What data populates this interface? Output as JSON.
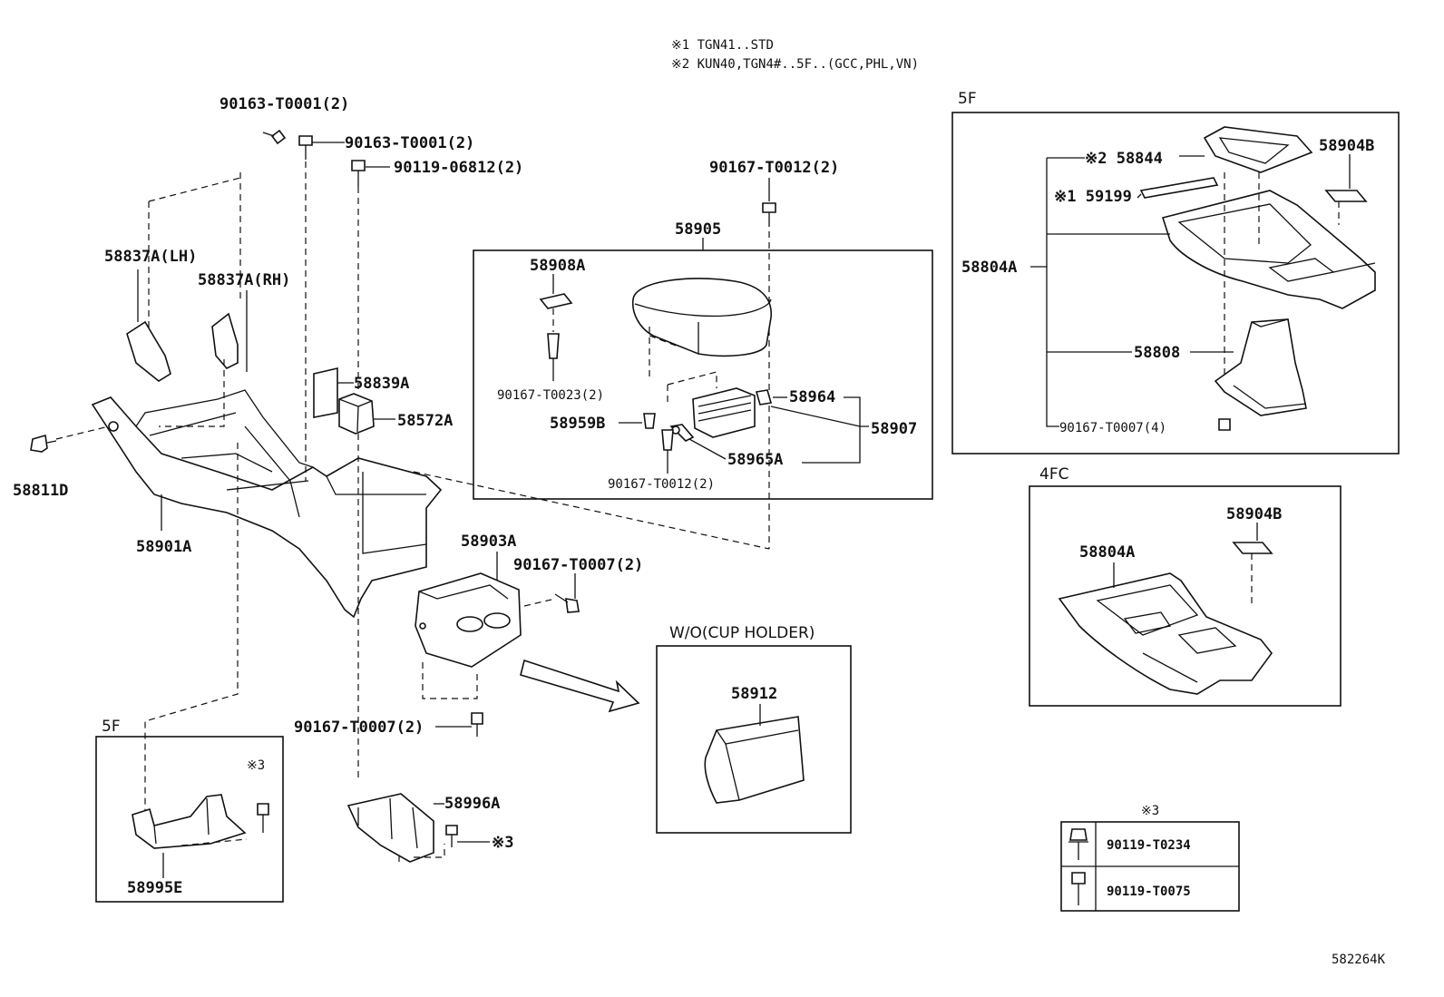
{
  "notes": {
    "note1": "※1 TGN41..STD",
    "note2": "※2 KUN40,TGN4#..5F..(GCC,PHL,VN)"
  },
  "sections": {
    "fivef_main": "5F",
    "fourfc": "4FC",
    "cupholder": "W/O(CUP HOLDER)",
    "fivef_small": "5F",
    "ref3_title": "※3"
  },
  "labels": {
    "p90163_top": "90163-T0001(2)",
    "p90163_2": "90163-T0001(2)",
    "p90119_06812": "90119-06812(2)",
    "p90167_T0012_top": "90167-T0012(2)",
    "p58837_lh": "58837A(LH)",
    "p58837_rh": "58837A(RH)",
    "p58905": "58905",
    "p58908a": "58908A",
    "p90167_T0023": "90167-T0023(2)",
    "p58839a": "58839A",
    "p58572a": "58572A",
    "p58959b": "58959B",
    "p58964": "58964",
    "p58907": "58907",
    "p58965a": "58965A",
    "p90167_T0012_box": "90167-T0012(2)",
    "p58811d": "58811D",
    "p58901a": "58901A",
    "p58903a": "58903A",
    "p90167_T0007_a": "90167-T0007(2)",
    "p90167_T0007_b": "90167-T0007(2)",
    "p58996a": "58996A",
    "p58996_ref": "※3",
    "p58995e": "58995E",
    "p58995_ref": "※3",
    "p58912": "58912",
    "p58844": "※2 58844",
    "p59199": "※1 59199",
    "p58904b_5f": "58904B",
    "p58804a_5f": "58804A",
    "p58808": "58808",
    "p90167_T0007_4": "90167-T0007(4)",
    "p58904b_4fc": "58904B",
    "p58804a_4fc": "58804A"
  },
  "ref_table": [
    {
      "part": "90119-T0234",
      "icon": "flange-bolt-icon"
    },
    {
      "part": "90119-T0075",
      "icon": "bolt-icon"
    }
  ],
  "figure_id": "582264K"
}
